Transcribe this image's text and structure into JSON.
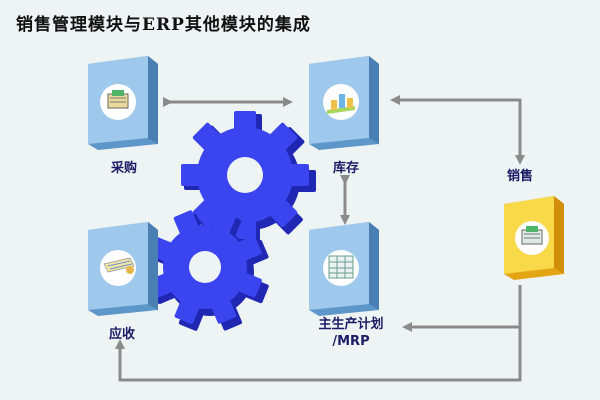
{
  "title": "销售管理模块与ERP其他模块的集成",
  "modules": {
    "purchasing": {
      "label": "采购",
      "icon": "cash-register-icon"
    },
    "inventory": {
      "label": "库存",
      "icon": "bar-chart-icon"
    },
    "receivables": {
      "label": "应收",
      "icon": "ledger-icon"
    },
    "mps": {
      "label_line1": "主生产计划",
      "label_line2": "/MRP",
      "icon": "spreadsheet-icon"
    },
    "sales": {
      "label": "销售",
      "icon": "cash-register-icon"
    }
  },
  "colors": {
    "box_blue": "#9fc9ec",
    "box_blue_dark": "#5d96c9",
    "box_yellow": "#f7d94a",
    "box_yellow_dark": "#e3a512",
    "gear": "#2f3be0",
    "arrow": "#8a8a8a"
  }
}
